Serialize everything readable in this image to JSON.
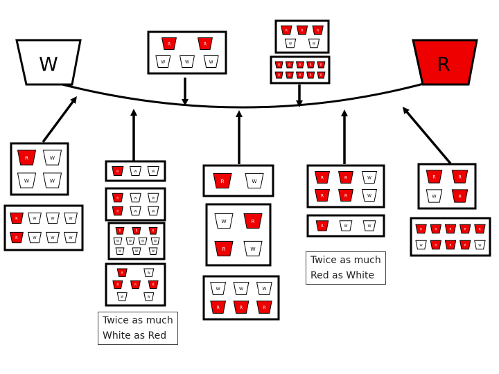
{
  "colors": {
    "red": "#ee0000",
    "white": "#ffffff",
    "outline": "#000000"
  },
  "end_labels": {
    "left": "W",
    "right": "R"
  },
  "captions": {
    "white_twice": [
      "Twice as much",
      "White as Red"
    ],
    "red_twice": [
      "Twice as much",
      "Red as White"
    ]
  },
  "cup_letters": {
    "red": "R",
    "white": "W"
  }
}
